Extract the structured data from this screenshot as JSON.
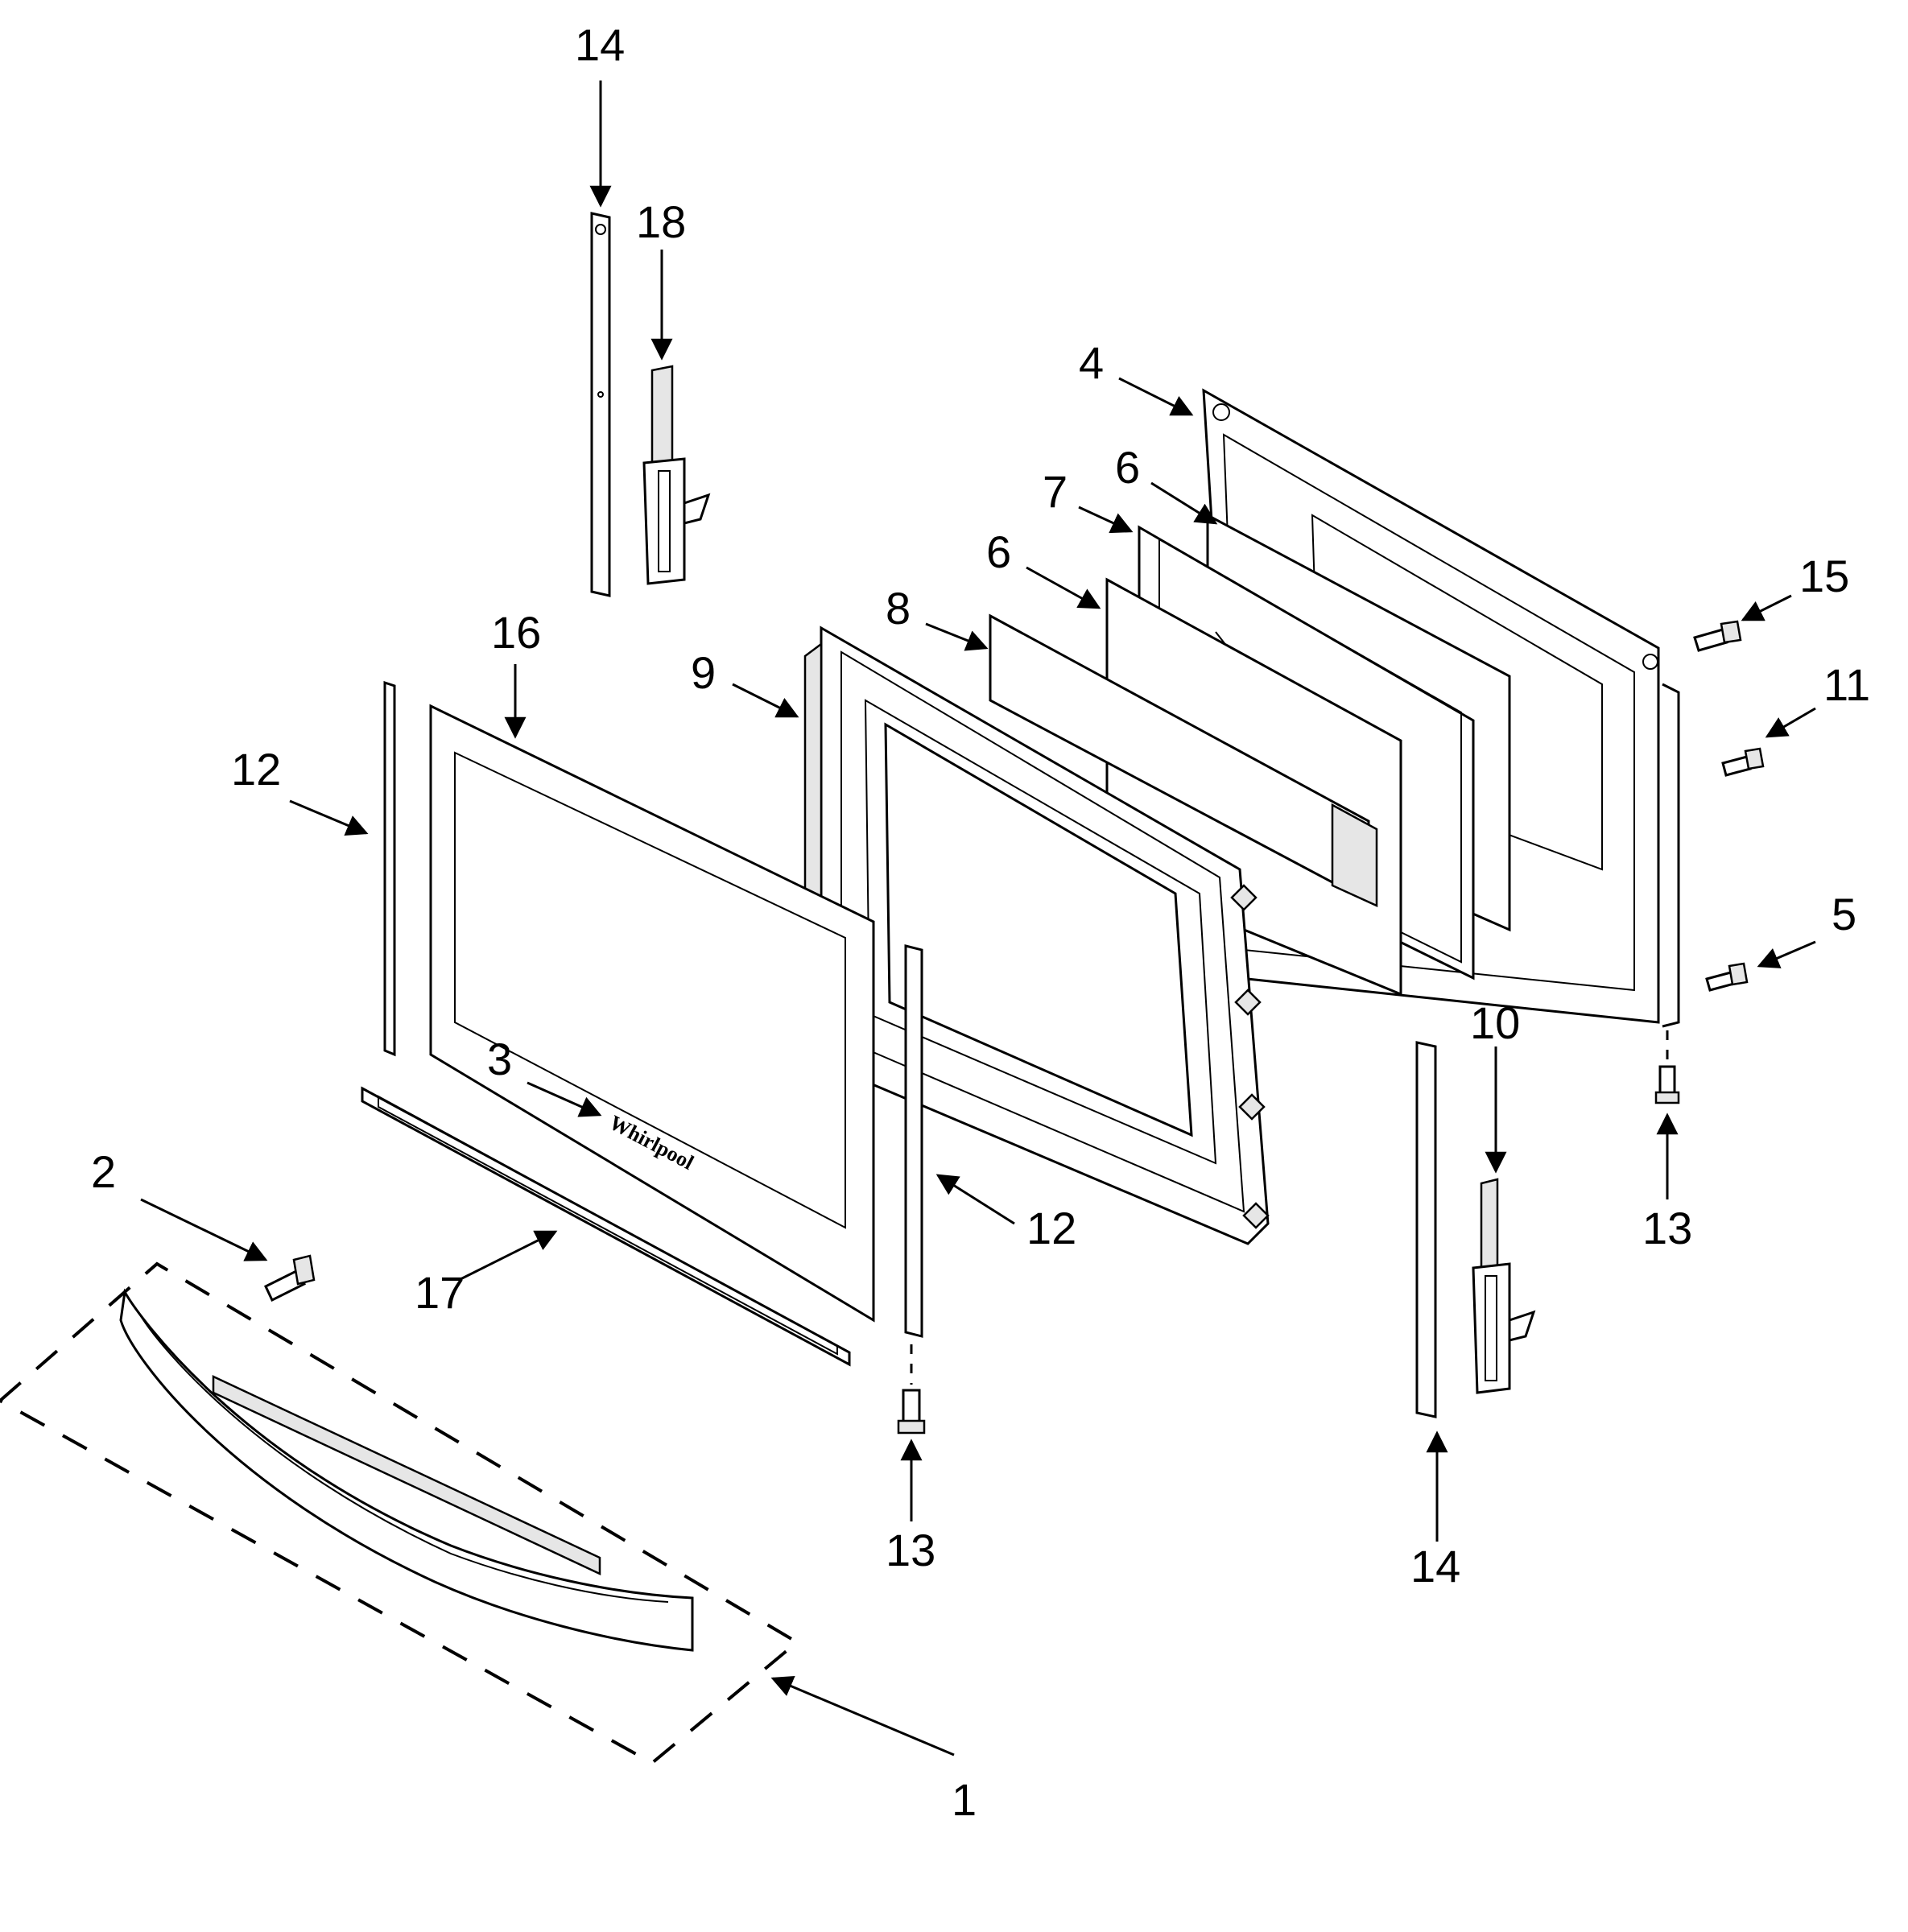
{
  "callouts": {
    "c1": "1",
    "c2": "2",
    "c3": "3",
    "c4": "4",
    "c5": "5",
    "c6a": "6",
    "c6b": "6",
    "c7": "7",
    "c8": "8",
    "c9": "9",
    "c10": "10",
    "c11": "11",
    "c12a": "12",
    "c12b": "12",
    "c13a": "13",
    "c13b": "13",
    "c14a": "14",
    "c14b": "14",
    "c15": "15",
    "c16": "16",
    "c17": "17",
    "c18": "18"
  },
  "brand_mark": "Whirlpool",
  "colors": {
    "line": "#000000",
    "background": "#ffffff",
    "fill_shade": "#e6e6e6"
  }
}
